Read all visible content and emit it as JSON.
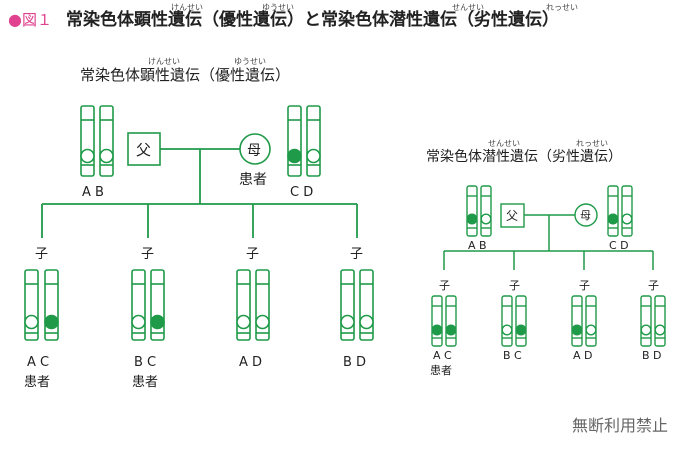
{
  "figure": {
    "bullet": "●",
    "number": "図１",
    "title": "常染色体顕性遺伝（優性遺伝）と常染色体潜性遺伝（劣性遺伝）",
    "ruby": [
      "けんせい",
      "ゆうせい",
      "せんせい",
      "れっせい"
    ]
  },
  "dominant": {
    "title": "常染色体顕性遺伝（優性遺伝）",
    "ruby": [
      "けんせい",
      "ゆうせい"
    ],
    "father_label": "父",
    "mother_label": "母",
    "mother_status": "患者",
    "father_alleles": "A B",
    "mother_alleles": "C D",
    "child_label": "子",
    "children": [
      {
        "alleles": "A C",
        "status": "患者"
      },
      {
        "alleles": "B C",
        "status": "患者"
      },
      {
        "alleles": "A D",
        "status": ""
      },
      {
        "alleles": "B D",
        "status": ""
      }
    ]
  },
  "recessive": {
    "title": "常染色体潜性遺伝（劣性遺伝）",
    "ruby": [
      "せんせい",
      "れっせい"
    ],
    "father_label": "父",
    "mother_label": "母",
    "father_alleles": "A B",
    "mother_alleles": "C D",
    "child_label": "子",
    "children": [
      {
        "alleles": "A C",
        "status": "患者"
      },
      {
        "alleles": "B C",
        "status": ""
      },
      {
        "alleles": "A D",
        "status": ""
      },
      {
        "alleles": "B D",
        "status": ""
      }
    ]
  },
  "watermark": "無断利用禁止",
  "colors": {
    "line": "#1f9a48",
    "fill": "#1f9a48",
    "accent": "#e0428f"
  }
}
